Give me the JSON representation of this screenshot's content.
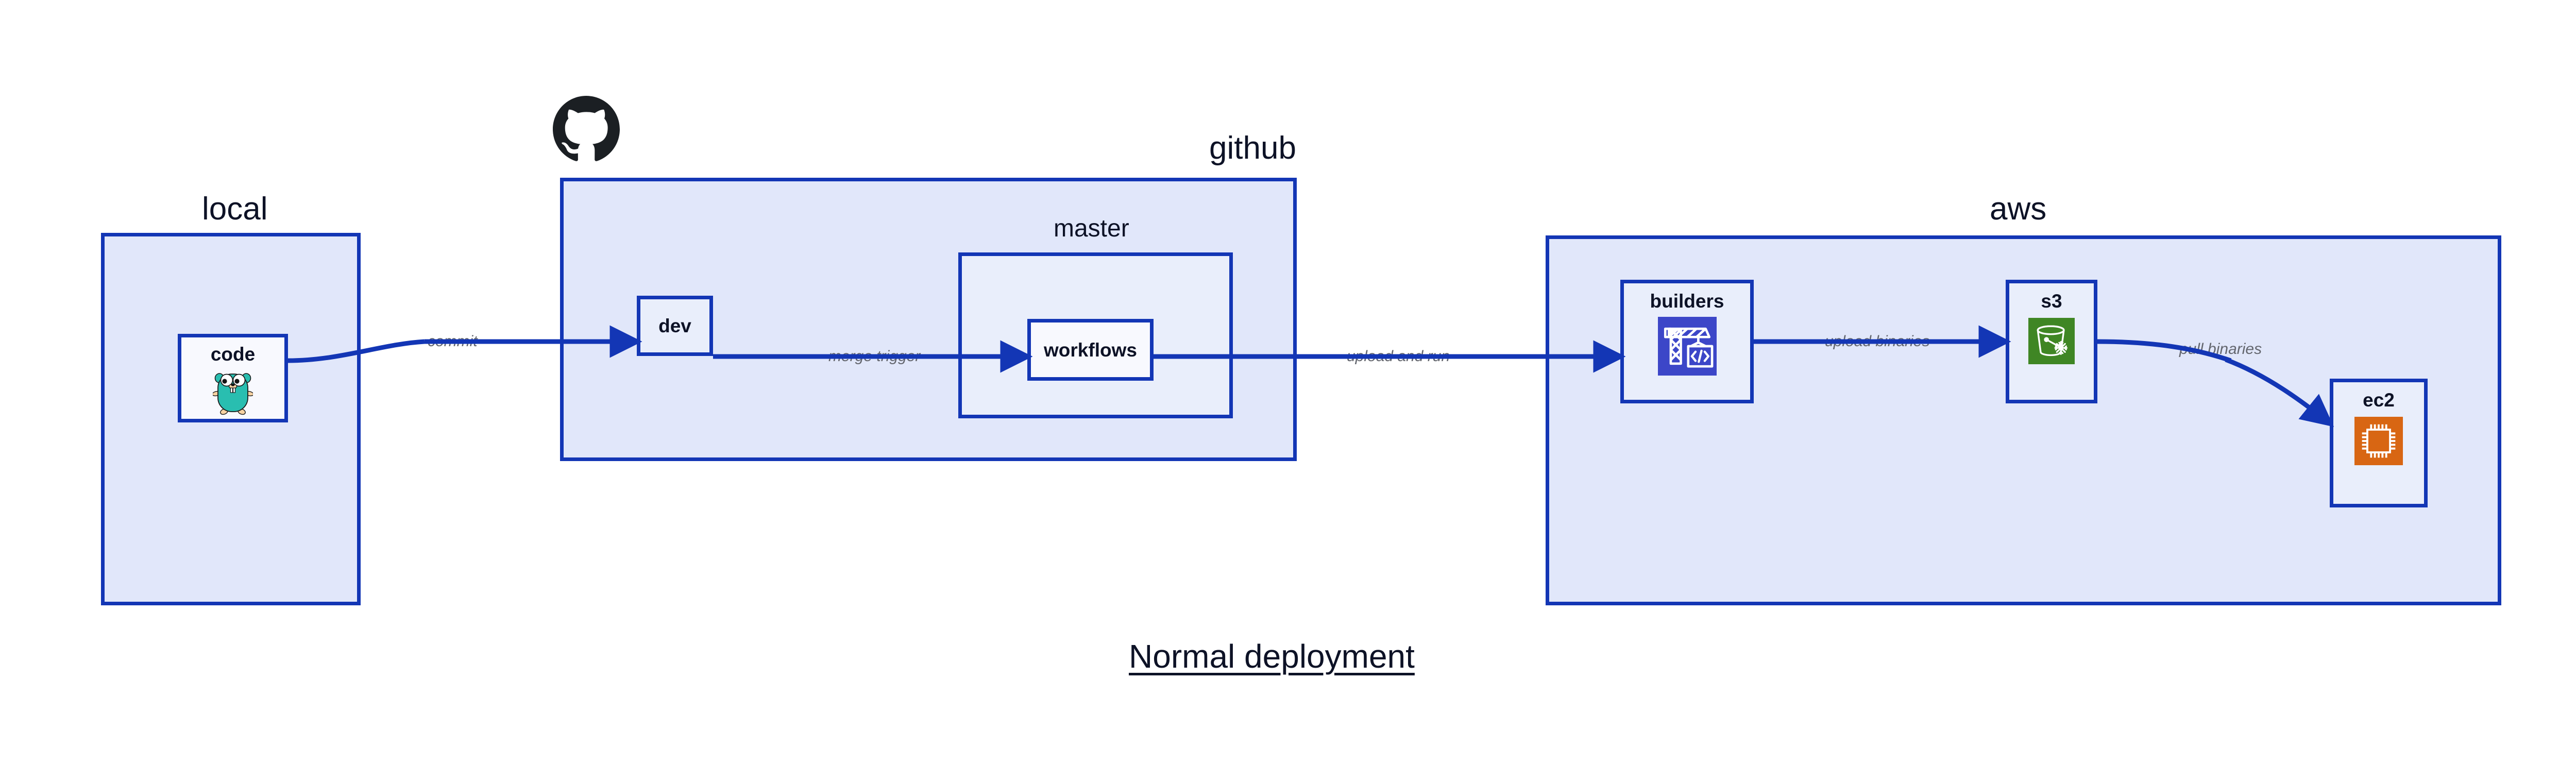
{
  "diagram": {
    "title": "Normal deployment",
    "colors": {
      "edge": "#1336b5",
      "group_border": "#1336b5",
      "group_fill": "#e1e7fa",
      "node_fill": "#e9eefb",
      "node_fill_white": "#f8f9fe",
      "label_text": "#0d1226",
      "edge_label_text": "#63666e",
      "github_black": "#1b1f23",
      "go_cyan": "#29beb0",
      "go_tan": "#f6d2a2",
      "aws_codebuild_blue": "#3c46c8",
      "aws_s3_green": "#3f8624",
      "aws_ec2_orange": "#d86613"
    }
  },
  "groups": [
    {
      "id": "local",
      "label": "local"
    },
    {
      "id": "github",
      "label": "github"
    },
    {
      "id": "master",
      "label": "master"
    },
    {
      "id": "aws",
      "label": "aws"
    }
  ],
  "nodes": [
    {
      "id": "code",
      "label": "code",
      "icon": "go-gopher-icon"
    },
    {
      "id": "dev",
      "label": "dev",
      "icon": ""
    },
    {
      "id": "workflows",
      "label": "workflows",
      "icon": ""
    },
    {
      "id": "builders",
      "label": "builders",
      "icon": "aws-codebuild-icon"
    },
    {
      "id": "s3",
      "label": "s3",
      "icon": "aws-s3-glacier-icon"
    },
    {
      "id": "ec2",
      "label": "ec2",
      "icon": "aws-ec2-icon"
    }
  ],
  "edges": [
    {
      "id": "commit",
      "from": "code",
      "to": "dev",
      "label": "commit"
    },
    {
      "id": "merge-trigger",
      "from": "dev",
      "to": "workflows",
      "label": "merge trigger"
    },
    {
      "id": "upload-and-run",
      "from": "workflows",
      "to": "builders",
      "label": "upload and run"
    },
    {
      "id": "upload-binaries",
      "from": "builders",
      "to": "s3",
      "label": "upload binaries"
    },
    {
      "id": "pull-binaries",
      "from": "s3",
      "to": "ec2",
      "label": "pull binaries"
    }
  ],
  "logos": [
    {
      "id": "github-logo",
      "name": "github-octocat-icon"
    }
  ]
}
